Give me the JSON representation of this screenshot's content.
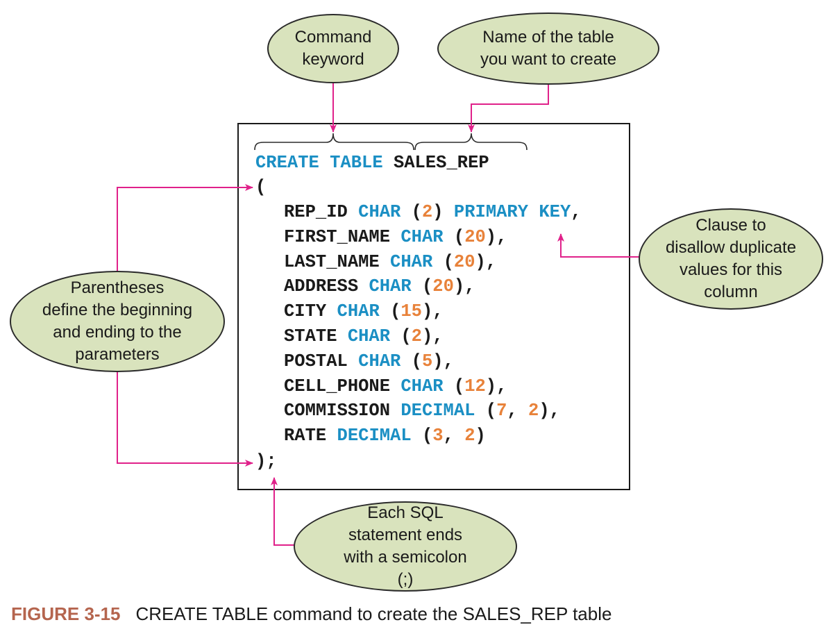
{
  "code": {
    "line1": {
      "kw1": "CREATE TABLE",
      "name": "SALES_REP"
    },
    "open_paren": "(",
    "columns": [
      {
        "col": "REP_ID",
        "type": "CHAR",
        "open": "(",
        "n1": "2",
        "sep": "",
        "n2": "",
        "close": ")",
        "extra": "PRIMARY KEY",
        "tail": ","
      },
      {
        "col": "FIRST_NAME",
        "type": "CHAR",
        "open": "(",
        "n1": "20",
        "sep": "",
        "n2": "",
        "close": ")",
        "extra": "",
        "tail": ","
      },
      {
        "col": "LAST_NAME",
        "type": "CHAR",
        "open": "(",
        "n1": "20",
        "sep": "",
        "n2": "",
        "close": ")",
        "extra": "",
        "tail": ","
      },
      {
        "col": "ADDRESS",
        "type": "CHAR",
        "open": "(",
        "n1": "20",
        "sep": "",
        "n2": "",
        "close": ")",
        "extra": "",
        "tail": ","
      },
      {
        "col": "CITY",
        "type": "CHAR",
        "open": "(",
        "n1": "15",
        "sep": "",
        "n2": "",
        "close": ")",
        "extra": "",
        "tail": ","
      },
      {
        "col": "STATE",
        "type": "CHAR",
        "open": "(",
        "n1": "2",
        "sep": "",
        "n2": "",
        "close": ")",
        "extra": "",
        "tail": ","
      },
      {
        "col": "POSTAL",
        "type": "CHAR",
        "open": "(",
        "n1": "5",
        "sep": "",
        "n2": "",
        "close": ")",
        "extra": "",
        "tail": ","
      },
      {
        "col": "CELL_PHONE",
        "type": "CHAR",
        "open": "(",
        "n1": "12",
        "sep": "",
        "n2": "",
        "close": ")",
        "extra": "",
        "tail": ","
      },
      {
        "col": "COMMISSION",
        "type": "DECIMAL",
        "open": "(",
        "n1": "7",
        "sep": ",",
        "n2": "2",
        "close": ")",
        "extra": "",
        "tail": ","
      },
      {
        "col": "RATE",
        "type": "DECIMAL",
        "open": "(",
        "n1": "3",
        "sep": ",",
        "n2": "2",
        "close": ")",
        "extra": "",
        "tail": ""
      }
    ],
    "close_line": ");"
  },
  "callouts": {
    "command_keyword": "Command\nkeyword",
    "table_name": "Name of the table\nyou want to create",
    "primary_key": "Clause to\ndisallow duplicate\nvalues for this\ncolumn",
    "parentheses": "Parentheses\ndefine the beginning\nand ending to the\nparameters",
    "semicolon": "Each SQL\nstatement ends\nwith a semicolon\n(;)"
  },
  "caption": {
    "label": "FIGURE 3-15",
    "text": "CREATE TABLE command to create the SALES_REP table"
  },
  "colors": {
    "keyword": "#1b8fc4",
    "number": "#e8823a",
    "connector": "#e0218a",
    "bubble_fill": "#d9e3bd",
    "caption_label": "#b5654e"
  }
}
